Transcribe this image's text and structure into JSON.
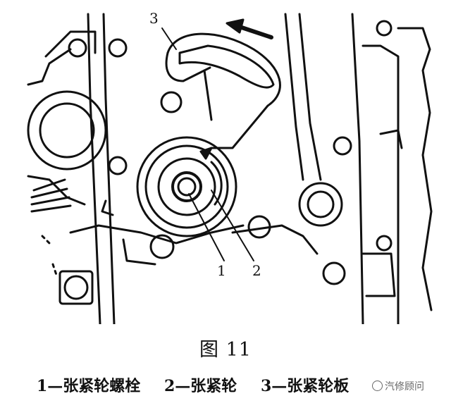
{
  "figure": {
    "callouts": {
      "one": "1",
      "two": "2",
      "three": "3"
    },
    "caption": "图 11",
    "legend": [
      "1—张紧轮螺栓",
      "2—张紧轮",
      "3—张紧轮板"
    ]
  },
  "watermark": {
    "text": "汽修顾问",
    "icon": "circle-logo-icon"
  },
  "colors": {
    "ink": "#111111",
    "background": "#ffffff"
  }
}
